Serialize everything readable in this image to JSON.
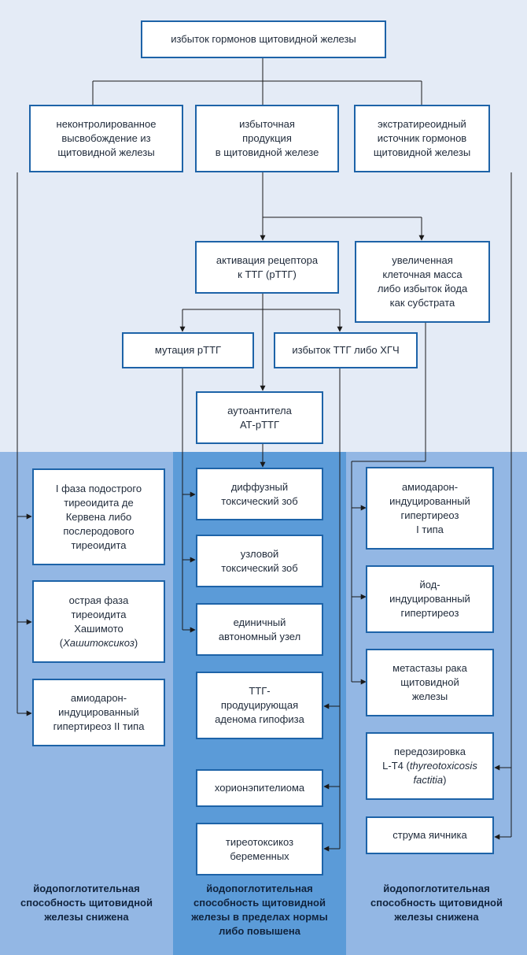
{
  "diagram": {
    "top": "избыток гормонов щитовидной железы",
    "uncontrolled": "неконтролированное\nвысвобождение из\nщитовидной железы",
    "overproduction": "избыточная\nпродукция\nв щитовидной железе",
    "extrathyroid": "экстратиреоидный\nисточник гормонов\nщитовидной железы",
    "receptor_activation": "активация рецептора\nк ТТГ (рТТГ)",
    "increased_mass": "увеличенная\nклеточная масса\nлибо избыток йода\nкак субстрата",
    "mutation": "мутация рТТГ",
    "tsh_hcg_excess": "избыток ТТГ либо ХГЧ",
    "autoantibodies": "аутоантитела\nАТ-рТТГ",
    "left": {
      "subacute": "I фаза подострого\nтиреоидита де\nКервена либо\nпослеродового\nтиреоидита",
      "hashimoto_main": "острая фаза\nтиреоидита\nХашимото\n(",
      "hashimoto_italic": "Хашитоксикоз",
      "hashimoto_close": ")",
      "amiodarone2": "амиодарон-\nиндуцированный\nгипертиреоз II типа"
    },
    "center": {
      "diffuse": "диффузный\nтоксический зоб",
      "nodular": "узловой\nтоксический зоб",
      "solitary": "единичный\nавтономный узел",
      "tsh_adenoma": "ТТГ-\nпродуцирующая\nаденома гипофиза",
      "chorion": "хорионэпителиома",
      "pregnancy": "тиреотоксикоз\nбеременных"
    },
    "right": {
      "amiodarone1": "амиодарон-\nиндуцированный\nгипертиреоз\nI типа",
      "iodine": "йод-\nиндуцированный\nгипертиреоз",
      "metastases": "метастазы рака\nщитовидной\nжелезы",
      "overdose_main": "передозировка\nL-T4 (",
      "overdose_italic": "thyreotoxicosis\nfactitia",
      "overdose_close": ")",
      "struma": "струма яичника"
    },
    "captions": {
      "left": "йодопоглотительная\nспособность щитовидной\nжелезы снижена",
      "center": "йодопоглотительная\nспособность щитовидной\nжелезы в пределах нормы\nлибо повышена",
      "right": "йодопоглотительная\nспособность щитовидной\nжелезы снижена"
    }
  },
  "colors": {
    "top_background": "#e4ebf6",
    "side_zone": "#93b7e4",
    "center_zone": "#5b9bd8",
    "box_border": "#1d63a8",
    "line": "#1a1a1a"
  }
}
